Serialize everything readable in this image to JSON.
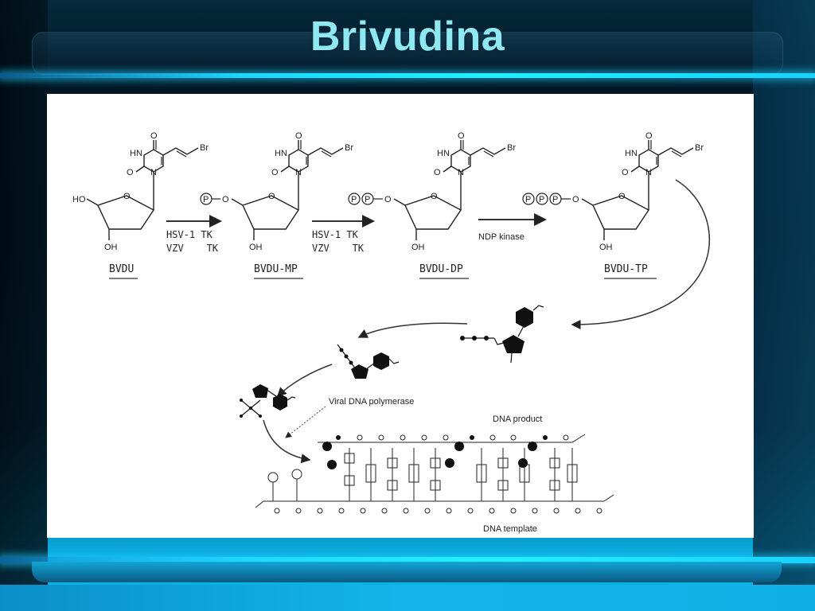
{
  "slide": {
    "title": "Brivudina",
    "colors": {
      "title": "#8fe9f2",
      "glow": "#22f0ff",
      "background_dark": "#02141f",
      "background_light": "#0bb9ea",
      "panel": "#ffffff"
    }
  },
  "diagram": {
    "compounds": [
      {
        "name": "BVDU",
        "phosphates": 0,
        "substituent": "Br",
        "sugar_5prime": "HO",
        "sugar_3prime": "OH"
      },
      {
        "name": "BVDU-MP",
        "phosphates": 1,
        "substituent": "Br",
        "sugar_5prime": "O",
        "sugar_3prime": "OH"
      },
      {
        "name": "BVDU-DP",
        "phosphates": 2,
        "substituent": "Br",
        "sugar_5prime": "O",
        "sugar_3prime": "OH"
      },
      {
        "name": "BVDU-TP",
        "phosphates": 3,
        "substituent": "Br",
        "sugar_5prime": "O",
        "sugar_3prime": "OH"
      }
    ],
    "atoms": {
      "carbonyl_o": "O",
      "nh": "HN",
      "n": "N",
      "ring_o": "O",
      "phosphate": "P"
    },
    "arrows": [
      {
        "from": "BVDU",
        "to": "BVDU-MP",
        "line1": "HSV-1 TK",
        "line2": "VZV    TK"
      },
      {
        "from": "BVDU-MP",
        "to": "BVDU-DP",
        "line1": "HSV-1 TK",
        "line2": "VZV    TK"
      },
      {
        "from": "BVDU-DP",
        "to": "BVDU-TP",
        "line1": "NDP kinase",
        "line2": ""
      }
    ],
    "labels": {
      "polymerase": "Viral DNA polymerase",
      "product": "DNA product",
      "template": "DNA template"
    }
  }
}
